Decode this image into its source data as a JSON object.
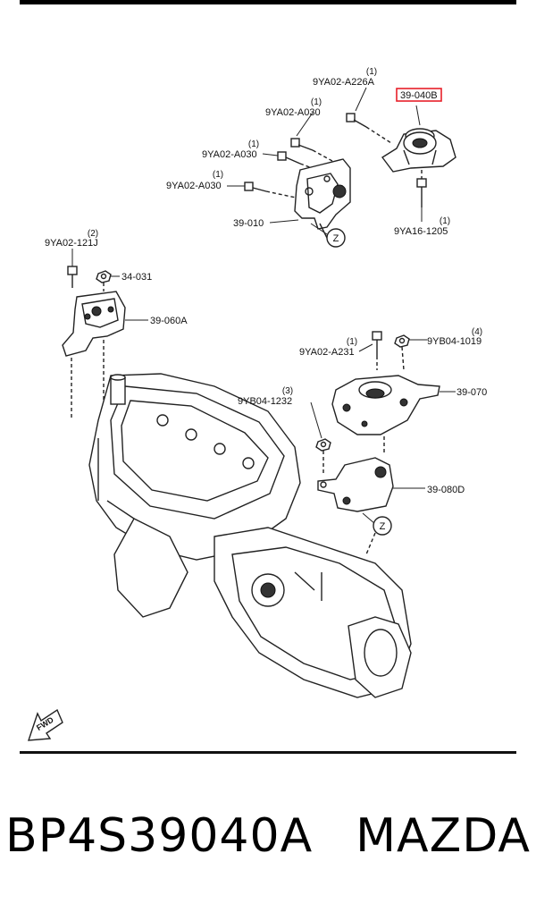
{
  "diagram": {
    "labels": {
      "bolt_226a": "9YA02-A226A",
      "bolt_226a_qty": "(1)",
      "bolt_030a": "9YA02-A030",
      "bolt_030a_qty": "(1)",
      "bolt_030b": "9YA02-A030",
      "bolt_030b_qty": "(1)",
      "bolt_030c": "9YA02-A030",
      "bolt_030c_qty": "(1)",
      "mount_040b": "39-040B",
      "bolt_1205": "9YA16-1205",
      "bolt_1205_qty": "(1)",
      "bracket_010": "39-010",
      "bolt_121j": "9YA02-121J",
      "bolt_121j_qty": "(2)",
      "nut_34031": "34-031",
      "mount_060a": "39-060A",
      "bolt_a231": "9YA02-A231",
      "bolt_a231_qty": "(1)",
      "nut_1019": "9YB04-1019",
      "nut_1019_qty": "(4)",
      "mount_070": "39-070",
      "nut_1232": "9YB04-1232",
      "nut_1232_qty": "(3)",
      "bracket_080d": "39-080D",
      "ref_z_upper": "Z",
      "ref_z_lower": "Z",
      "fwd": "FWD"
    },
    "highlight_color": "#e8202a"
  },
  "footer": {
    "part_number": "BP4S39040A",
    "brand": "MAZDA"
  }
}
